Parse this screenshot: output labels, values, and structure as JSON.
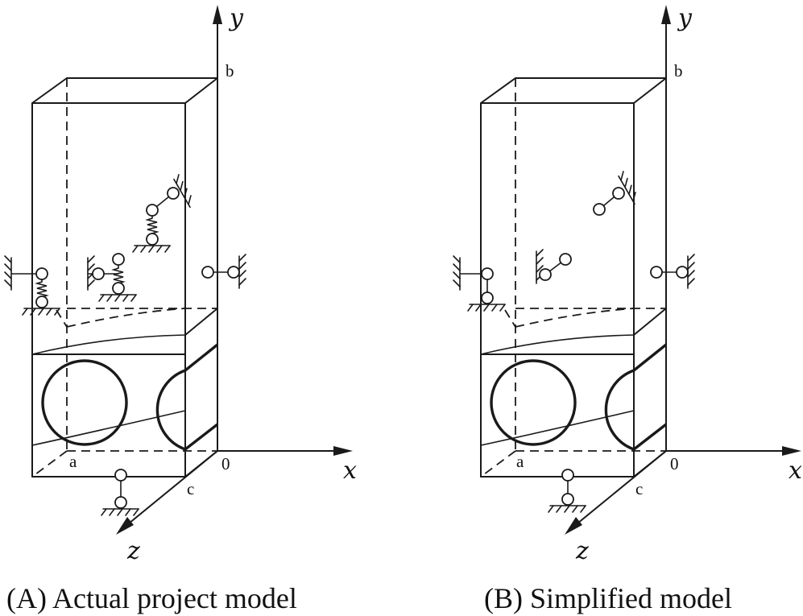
{
  "panels": [
    {
      "caption": "(A) Actual project model",
      "axes": {
        "x": "x",
        "y": "y",
        "z": "z"
      },
      "points": {
        "a": "a",
        "b": "b",
        "c": "c",
        "origin": "0"
      },
      "supports": "springs"
    },
    {
      "caption": "(B) Simplified model",
      "axes": {
        "x": "x",
        "y": "y",
        "z": "z"
      },
      "points": {
        "a": "a",
        "b": "b",
        "c": "c",
        "origin": "0"
      },
      "supports": "rigid links"
    }
  ]
}
